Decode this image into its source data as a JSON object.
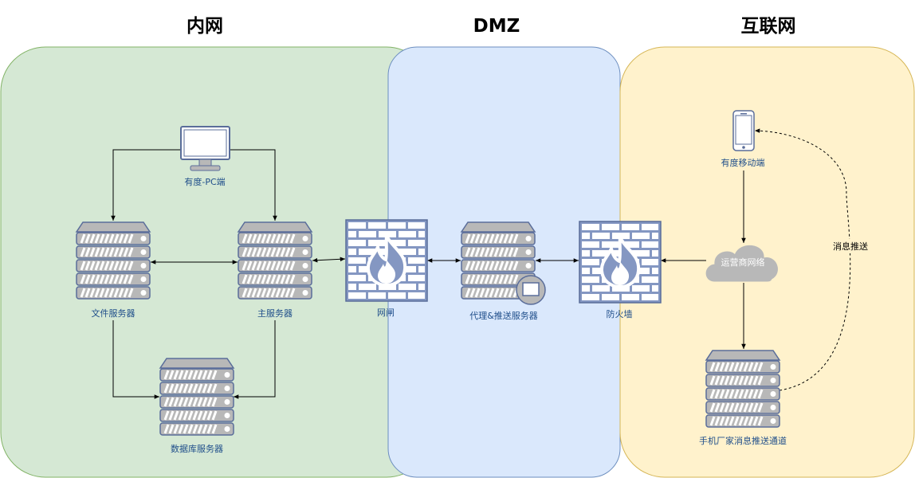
{
  "zones": {
    "intranet": {
      "title": "内网",
      "fill": "#d5e8d4",
      "stroke": "#82b366"
    },
    "dmz": {
      "title": "DMZ",
      "fill": "#dae8fc",
      "stroke": "#6c8ebf"
    },
    "internet": {
      "title": "互联网",
      "fill": "#fff2cc",
      "stroke": "#d6b656"
    }
  },
  "nodes": {
    "pc_client": {
      "label": "有度-PC端",
      "icon": "monitor-icon"
    },
    "file_server": {
      "label": "文件服务器",
      "icon": "server-rack-icon"
    },
    "main_server": {
      "label": "主服务器",
      "icon": "server-rack-icon"
    },
    "db_server": {
      "label": "数据库服务器",
      "icon": "server-rack-icon"
    },
    "gateway": {
      "label": "网闸",
      "icon": "firewall-icon"
    },
    "proxy_server": {
      "label": "代理&推送服务器",
      "icon": "server-monitor-icon"
    },
    "firewall": {
      "label": "防火墙",
      "icon": "firewall-icon"
    },
    "mobile_client": {
      "label": "有度移动端",
      "icon": "smartphone-icon"
    },
    "carrier_network": {
      "label": "运营商网络",
      "icon": "cloud-icon"
    },
    "vendor_push": {
      "label": "手机厂家消息推送通道",
      "icon": "server-rack-icon"
    }
  },
  "edges": {
    "push_label": "消息推送"
  },
  "colors": {
    "icon_fill": "#b8b8b8",
    "icon_stroke": "#5a6d9a",
    "firewall_fill": "#8497c2",
    "label_blue": "#1f4e8a",
    "arrow": "#000000"
  }
}
